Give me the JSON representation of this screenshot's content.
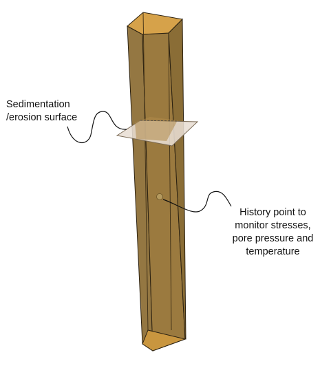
{
  "labels": {
    "sedimentation_surface": {
      "line1": "Sedimentation",
      "line2": "/erosion surface"
    },
    "history_point": {
      "line1": "History point to",
      "line2": "monitor stresses,",
      "line3": "pore pressure and",
      "line4": "temperature"
    }
  },
  "colors": {
    "column_front": "#9a7a3e",
    "column_side": "#8e7038",
    "column_top": "#d4a04a",
    "column_bottom": "#c8953e",
    "edge": "#2a2010",
    "plane_fill": "#e6ddd3",
    "history_point": "#b59a5e",
    "leader_line": "#111111"
  }
}
